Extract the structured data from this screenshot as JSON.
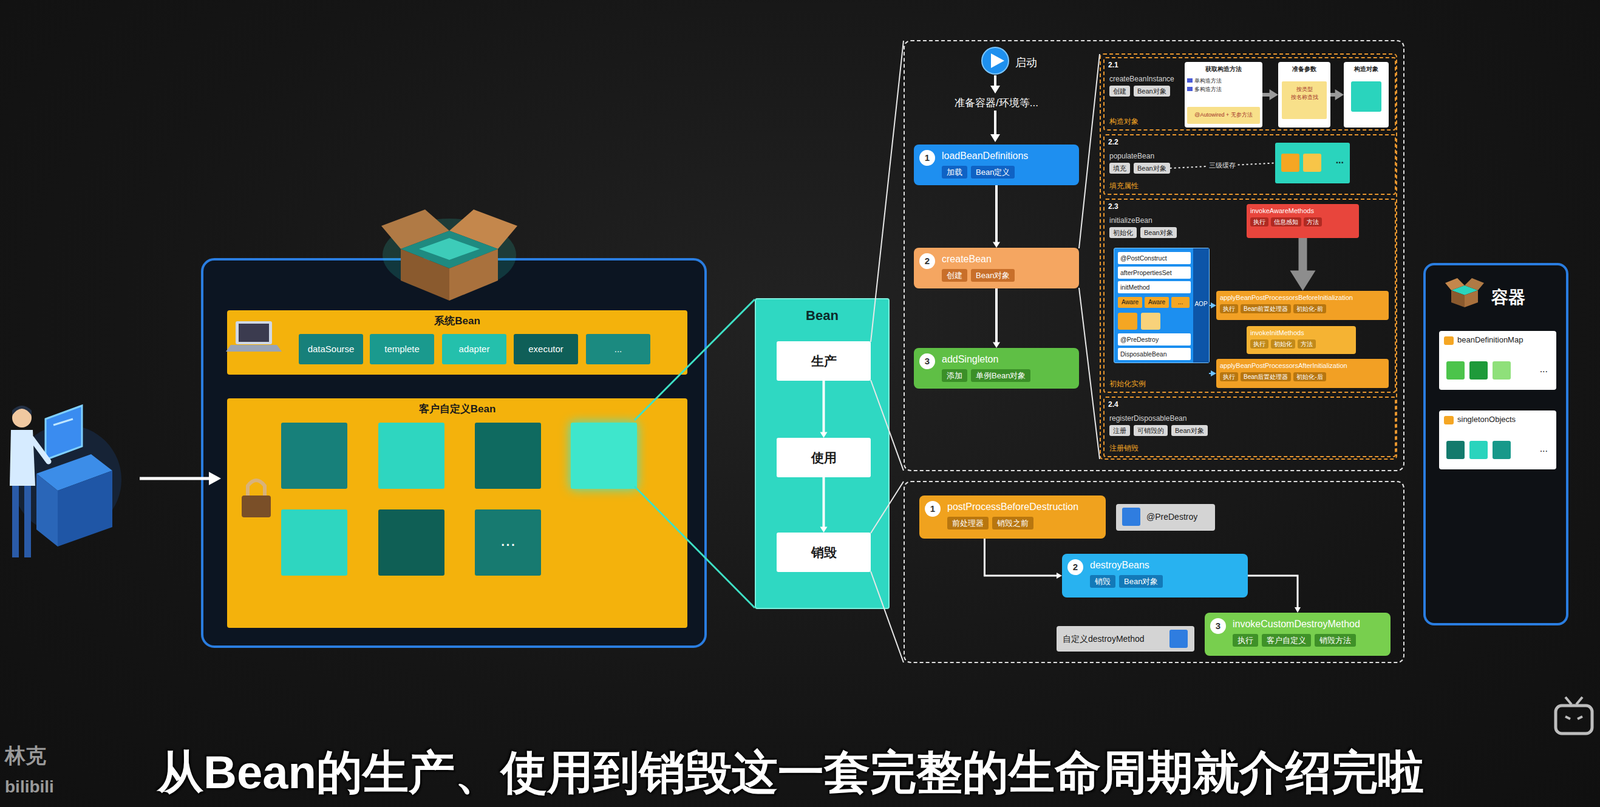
{
  "diagram": {
    "caption": "从Bean的生产、使用到销毁这一套完整的生命周期就介绍完啦",
    "nodes": [
      {
        "text": []
      },
      {
        "text": [
          "系统Bean"
        ],
        "in": 0
      },
      {
        "text": [
          "dataSourse"
        ],
        "in": 1
      },
      {
        "text": [
          "templete"
        ],
        "in": 1
      },
      {
        "text": [
          "adapter"
        ],
        "in": 1
      },
      {
        "text": [
          "executor"
        ],
        "in": 1
      },
      {
        "text": [
          "..."
        ],
        "in": 1
      },
      {
        "text": [
          "客户自定义Bean"
        ],
        "in": 0
      },
      {
        "text": [
          "..."
        ],
        "in": 7
      },
      {
        "text": [
          "Bean"
        ]
      },
      {
        "text": [
          "生产"
        ],
        "in": 9
      },
      {
        "text": [
          "使用"
        ],
        "in": 9
      },
      {
        "text": [
          "销毁"
        ],
        "in": 9
      },
      {
        "text": [
          "启动",
          "准备容器/环境等..."
        ]
      },
      {
        "text": [
          "1",
          "loadBeanDefinitions"
        ],
        "in": 13
      },
      {
        "text": [
          "加载"
        ],
        "in": 14
      },
      {
        "text": [
          "Bean定义"
        ],
        "in": 14
      },
      {
        "text": [
          "2",
          "createBean"
        ],
        "in": 13
      },
      {
        "text": [
          "创建"
        ],
        "in": 17
      },
      {
        "text": [
          "Bean对象"
        ],
        "in": 17
      },
      {
        "text": [
          "3",
          "addSingleton"
        ],
        "in": 13
      },
      {
        "text": [
          "添加"
        ],
        "in": 20
      },
      {
        "text": [
          "单例Bean对象"
        ],
        "in": 20
      },
      {
        "text": [],
        "in": 13
      },
      {
        "text": [
          "2.1",
          "createBeanInstance",
          "构造对象"
        ],
        "in": 23
      },
      {
        "text": [
          "创建"
        ],
        "in": 24
      },
      {
        "text": [
          "Bean对象"
        ],
        "in": 24
      },
      {
        "text": [
          "获取构造方法",
          "单构造方法",
          "多构造方法"
        ],
        "in": 24
      },
      {
        "text": [
          "@Autowired + 无参方法"
        ],
        "in": 27
      },
      {
        "text": [
          "准备参数"
        ],
        "in": 24
      },
      {
        "text": [
          "按类型",
          "按名称查找"
        ],
        "in": 29
      },
      {
        "text": [
          "构造对象"
        ],
        "in": 24
      },
      {
        "text": [
          "2.2",
          "populateBean",
          "填充属性"
        ],
        "in": 23
      },
      {
        "text": [
          "填充"
        ],
        "in": 32
      },
      {
        "text": [
          "Bean对象"
        ],
        "in": 32
      },
      {
        "text": [
          "..."
        ],
        "in": 32
      },
      {
        "text": [
          "2.3",
          "initializeBean",
          "初始化实例"
        ],
        "in": 23
      },
      {
        "text": [
          "初始化"
        ],
        "in": 36
      },
      {
        "text": [
          "Bean对象"
        ],
        "in": 36
      },
      {
        "text": [],
        "in": 36
      },
      {
        "text": [
          "@PostConstruct"
        ],
        "in": 39
      },
      {
        "text": [
          "afterPropertiesSet"
        ],
        "in": 39
      },
      {
        "text": [
          "initMethod"
        ],
        "in": 39
      },
      {
        "text": [
          "Aware"
        ],
        "in": 39
      },
      {
        "text": [
          "Aware"
        ],
        "in": 39
      },
      {
        "text": [
          "..."
        ],
        "in": 39
      },
      {
        "text": [
          "@PreDestroy"
        ],
        "in": 39
      },
      {
        "text": [
          "DisposableBean"
        ],
        "in": 39
      },
      {
        "text": [
          "AOP"
        ],
        "in": 39
      },
      {
        "text": [
          "invokeAwareMethods"
        ],
        "in": 36
      },
      {
        "text": [
          "执行"
        ],
        "in": 49
      },
      {
        "text": [
          "信息感知"
        ],
        "in": 49
      },
      {
        "text": [
          "方法"
        ],
        "in": 49
      },
      {
        "text": [
          "applyBeanPostProcessorsBeforeInitialization"
        ],
        "in": 36
      },
      {
        "text": [
          "执行"
        ],
        "in": 53
      },
      {
        "text": [
          "Bean前置处理器"
        ],
        "in": 53
      },
      {
        "text": [
          "初始化-前"
        ],
        "in": 53
      },
      {
        "text": [
          "invokeInitMethods"
        ],
        "in": 36
      },
      {
        "text": [
          "执行"
        ],
        "in": 57
      },
      {
        "text": [
          "初始化"
        ],
        "in": 57
      },
      {
        "text": [
          "方法"
        ],
        "in": 57
      },
      {
        "text": [
          "applyBeanPostProcessorsAfterInitialization"
        ],
        "in": 36
      },
      {
        "text": [
          "执行"
        ],
        "in": 61
      },
      {
        "text": [
          "Bean后置处理器"
        ],
        "in": 61
      },
      {
        "text": [
          "初始化-后"
        ],
        "in": 61
      },
      {
        "text": [
          "2.4",
          "registerDisposableBean",
          "注册销毁"
        ],
        "in": 23
      },
      {
        "text": [
          "注册"
        ],
        "in": 65
      },
      {
        "text": [
          "可销毁的"
        ],
        "in": 65
      },
      {
        "text": [
          "Bean对象"
        ],
        "in": 65
      },
      {
        "text": []
      },
      {
        "text": [
          "1",
          "postProcessBeforeDestruction"
        ],
        "in": 69
      },
      {
        "text": [
          "前处理器"
        ],
        "in": 70
      },
      {
        "text": [
          "销毁之前"
        ],
        "in": 70
      },
      {
        "text": [
          "@PreDestroy"
        ],
        "in": 69
      },
      {
        "text": [
          "2",
          "destroyBeans"
        ],
        "in": 69
      },
      {
        "text": [
          "销毁"
        ],
        "in": 74
      },
      {
        "text": [
          "Bean对象"
        ],
        "in": 74
      },
      {
        "text": [
          "自定义destroyMethod"
        ],
        "in": 69
      },
      {
        "text": [
          "3",
          "invokeCustomDestroyMethod"
        ],
        "in": 69
      },
      {
        "text": [
          "执行"
        ],
        "in": 78
      },
      {
        "text": [
          "客户自定义"
        ],
        "in": 78
      },
      {
        "text": [
          "销毁方法"
        ],
        "in": 78
      },
      {
        "text": [
          "容器"
        ]
      },
      {
        "text": [
          "beanDefinitionMap",
          "..."
        ],
        "in": 82
      },
      {
        "text": [
          "singletonObjects",
          "..."
        ],
        "in": 82
      }
    ],
    "edges": [
      {
        "from": 10,
        "to": 11,
        "arrow": "to"
      },
      {
        "from": 11,
        "to": 12,
        "arrow": "to"
      },
      {
        "from": 10,
        "to": 13,
        "arrow": "none"
      },
      {
        "from": 12,
        "to": 69,
        "arrow": "none"
      },
      {
        "from": 14,
        "to": 17,
        "arrow": "to"
      },
      {
        "from": 17,
        "to": 20,
        "arrow": "to"
      },
      {
        "from": 17,
        "to": 23,
        "arrow": "none"
      },
      {
        "from": 27,
        "to": 29,
        "arrow": "to"
      },
      {
        "from": 29,
        "to": 31,
        "arrow": "to"
      },
      {
        "from": 34,
        "to": 35,
        "label": "三级缓存",
        "arrow": "none"
      },
      {
        "from": 49,
        "to": 53,
        "arrow": "to"
      },
      {
        "from": 48,
        "to": 53,
        "arrow": "to"
      },
      {
        "from": 48,
        "to": 61,
        "arrow": "to"
      },
      {
        "from": 70,
        "to": 74,
        "arrow": "to"
      },
      {
        "from": 74,
        "to": 78,
        "arrow": "to"
      }
    ],
    "labels": [
      "林克",
      "bilibili"
    ]
  }
}
